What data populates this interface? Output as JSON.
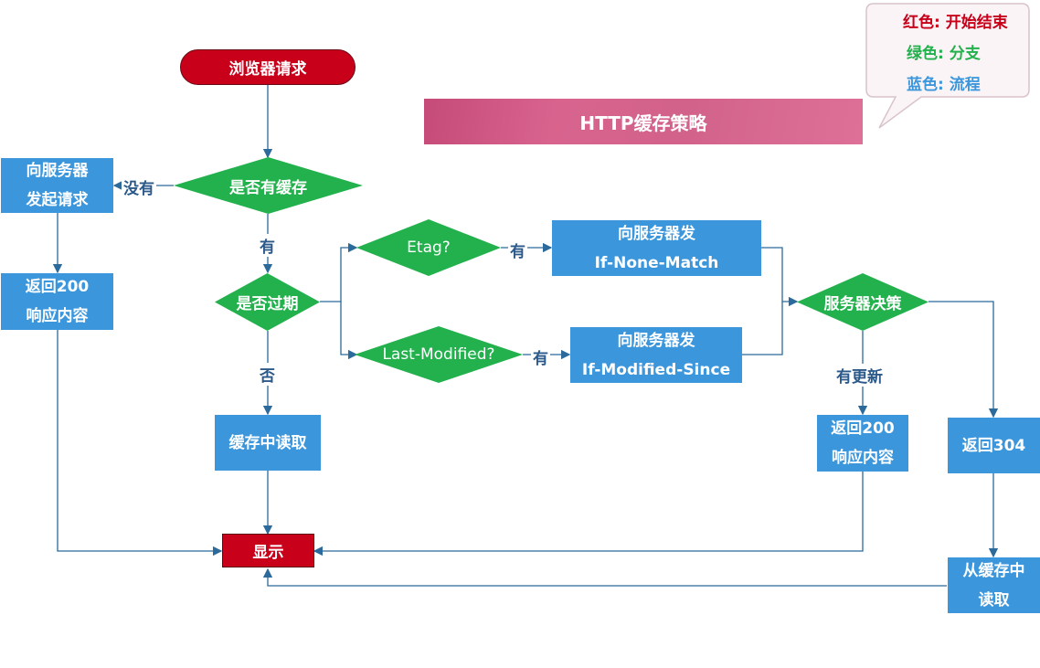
{
  "title": "HTTP缓存策略",
  "legend": {
    "red": "红色: 开始结束",
    "green": "绿色: 分支",
    "blue": "蓝色: 流程",
    "colors": {
      "red": "#c8001a",
      "green": "#22b14c",
      "blue": "#3b96dc"
    }
  },
  "nodes": {
    "browser_request": "浏览器请求",
    "has_cache": "是否有缓存",
    "request_server": "向服务器\n发起请求",
    "return200_left": "返回200\n响应内容",
    "is_expired": "是否过期",
    "read_cache": "缓存中读取",
    "display": "显示",
    "etag": "Etag?",
    "last_modified": "Last-Modified?",
    "send_if_none_match": "向服务器发\nIf-None-Match",
    "send_if_modified_since": "向服务器发\nIf-Modified-Since",
    "server_decision": "服务器决策",
    "return200_right": "返回200\n响应内容",
    "return304": "返回304",
    "read_from_cache": "从缓存中\n读取"
  },
  "edge_labels": {
    "no_cache": "没有",
    "has_cache": "有",
    "not_expired": "否",
    "etag_yes": "有",
    "lm_yes": "有",
    "updated": "有更新"
  }
}
